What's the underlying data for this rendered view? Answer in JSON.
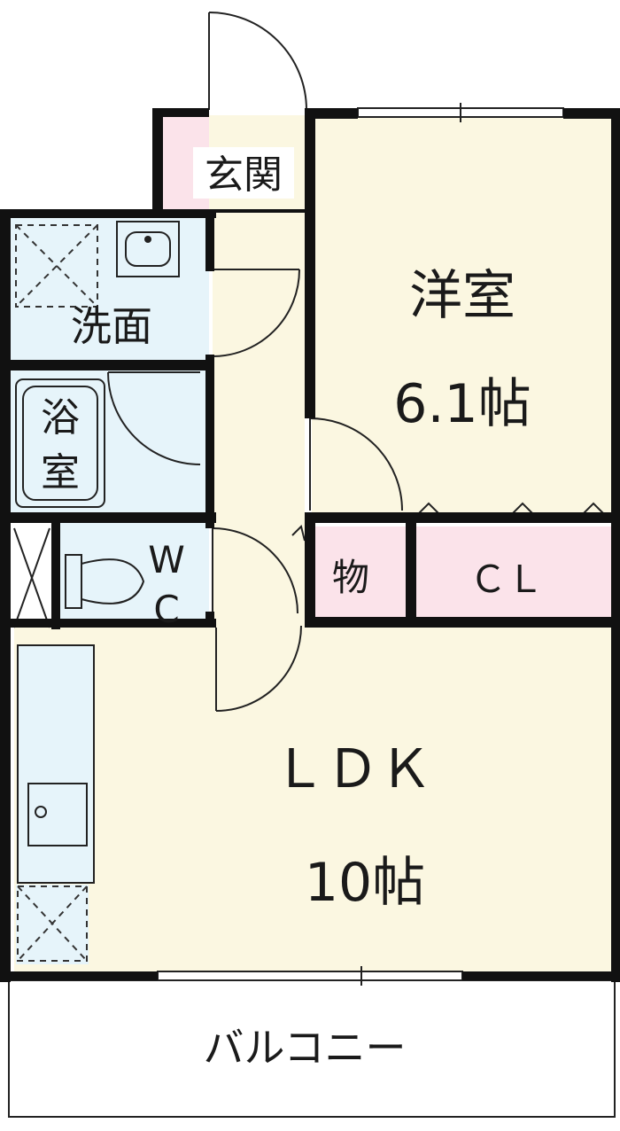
{
  "rooms": {
    "entrance": "玄関",
    "western_room": "洋室",
    "western_room_size": "6.1帖",
    "washroom": "洗面",
    "bath_top": "浴",
    "bath_bottom": "室",
    "wc_w": "W",
    "wc_c": "C",
    "storage": "物",
    "closet": "ＣＬ",
    "ldk": "ＬＤＫ",
    "ldk_size": "10帖",
    "balcony": "バルコニー"
  },
  "colors": {
    "wall": "#111111",
    "living": "#fbf7e1",
    "wet_area": "#e6f4fa",
    "entrance_storage": "#fbe3ea",
    "balcony": "#ffffff"
  }
}
